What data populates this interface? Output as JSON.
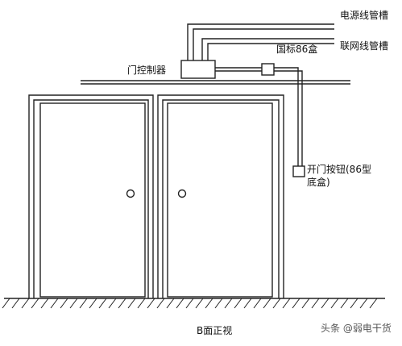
{
  "labels": {
    "power_conduit": "电源线管槽",
    "network_conduit": "联网线管槽",
    "gb86_box": "国标86盒",
    "door_controller": "门控制器",
    "exit_button_line1": "开门按钮(86型",
    "exit_button_line2": "底盒)",
    "view_caption": "B面正视"
  },
  "watermark": {
    "prefix": "头条",
    "handle": "@弱电干货"
  },
  "colors": {
    "stroke": "#222222",
    "background": "#ffffff"
  }
}
